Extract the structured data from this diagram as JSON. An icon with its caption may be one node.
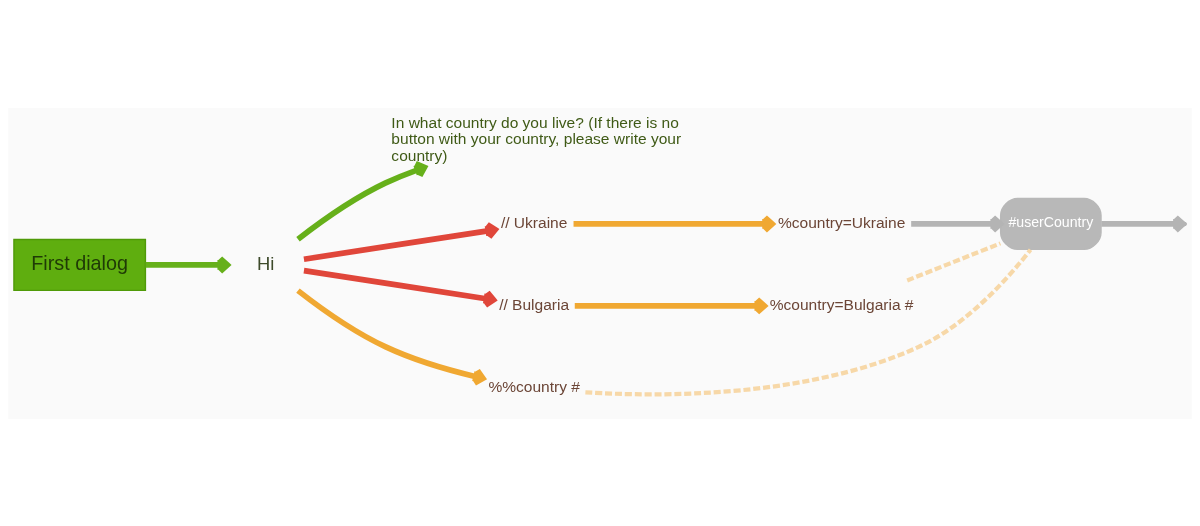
{
  "diagram": {
    "nodes": [
      {
        "text": [
          "First dialog"
        ]
      },
      {
        "text": [
          "Hi"
        ]
      },
      {
        "text": [
          "In what country do you live? (If there is no button with your country, please write your country)"
        ]
      },
      {
        "text": [
          "// Ukraine"
        ]
      },
      {
        "text": [
          "%country=Ukraine"
        ]
      },
      {
        "text": [
          "#userCountry"
        ]
      },
      {
        "text": [
          "// Bulgaria"
        ]
      },
      {
        "text": [
          "%country=Bulgaria #"
        ]
      },
      {
        "text": [
          "%%country #"
        ]
      }
    ],
    "edges": [
      {
        "from": 0,
        "to": 1,
        "arrow": "to",
        "color": "#66b01a"
      },
      {
        "from": 1,
        "to": 2,
        "arrow": "to",
        "color": "#66b01a"
      },
      {
        "from": 1,
        "to": 3,
        "arrow": "to",
        "color": "#e0463a"
      },
      {
        "from": 3,
        "to": 4,
        "arrow": "to",
        "color": "#f0a832"
      },
      {
        "from": 4,
        "to": 5,
        "arrow": "to",
        "color": "#b4b4b4"
      },
      {
        "from": 5,
        "to": null,
        "arrow": "to",
        "color": "#b4b4b4"
      },
      {
        "from": 1,
        "to": 6,
        "arrow": "to",
        "color": "#e0463a"
      },
      {
        "from": 6,
        "to": 7,
        "arrow": "to",
        "color": "#f0a832"
      },
      {
        "from": 1,
        "to": 8,
        "arrow": "to",
        "color": "#f0a832"
      },
      {
        "from": 7,
        "to": 5,
        "arrow": "none",
        "style": "dashed",
        "color": "#f7d8a8"
      },
      {
        "from": 8,
        "to": 5,
        "arrow": "none",
        "style": "dashed",
        "color": "#f7d8a8"
      }
    ]
  }
}
